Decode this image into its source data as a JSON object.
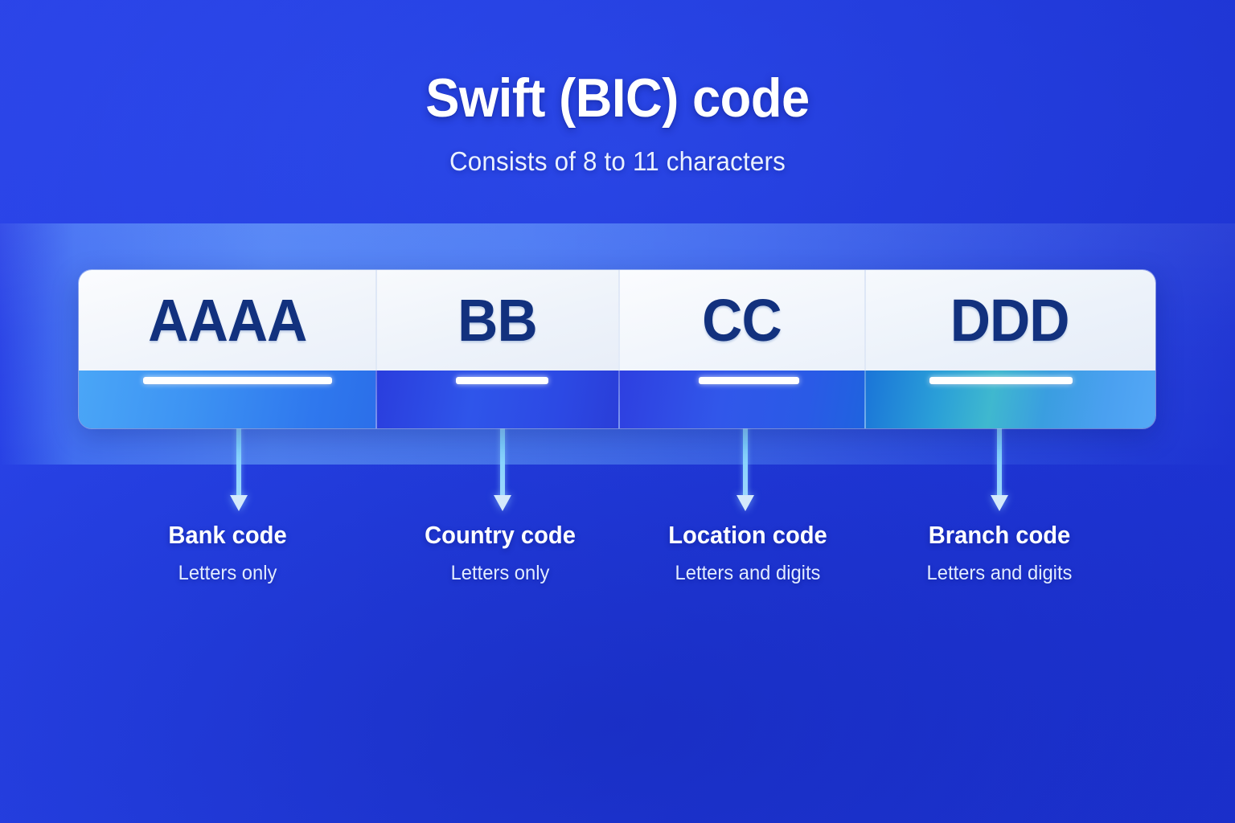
{
  "header": {
    "title": "Swift (BIC) code",
    "subtitle": "Consists of 8 to 11 characters"
  },
  "colors": {
    "background_start": "#2b44e8",
    "background_end": "#1c31cf",
    "card_surface": "#f2f6fc",
    "code_text": "#12317e",
    "band_bank": "#3d93f3",
    "band_country": "#2f55ea",
    "band_location": "#3157ea",
    "band_branch": "#3fb8cf",
    "marker_white": "#ffffff",
    "arrow_accent": "#82d7ff"
  },
  "code_segments": [
    {
      "letters": "AAAA",
      "label": "Bank code",
      "sublabel": "Letters only",
      "character_count": 4
    },
    {
      "letters": "BB",
      "label": "Country code",
      "sublabel": "Letters only",
      "character_count": 2
    },
    {
      "letters": "CC",
      "label": "Location code",
      "sublabel": "Letters and digits",
      "character_count": 2
    },
    {
      "letters": "DDD",
      "label": "Branch code",
      "sublabel": "Letters and digits",
      "character_count": 3
    }
  ]
}
